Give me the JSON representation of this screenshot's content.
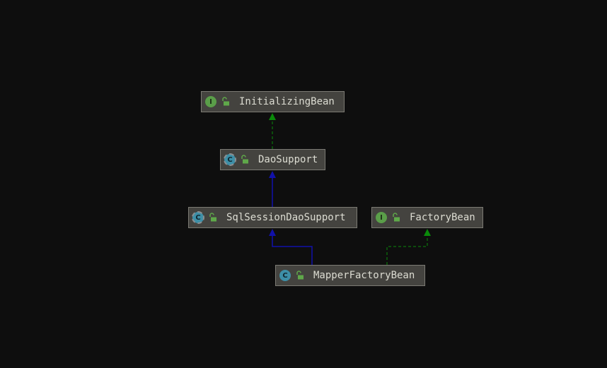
{
  "diagram": {
    "nodes": [
      {
        "id": "InitializingBean",
        "label": "InitializingBean",
        "kind": "interface",
        "kind_glyph": "I"
      },
      {
        "id": "DaoSupport",
        "label": "DaoSupport",
        "kind": "abstract-class",
        "kind_glyph": "C"
      },
      {
        "id": "SqlSessionDaoSupport",
        "label": "SqlSessionDaoSupport",
        "kind": "abstract-class",
        "kind_glyph": "C"
      },
      {
        "id": "FactoryBean",
        "label": "FactoryBean",
        "kind": "interface",
        "kind_glyph": "I"
      },
      {
        "id": "MapperFactoryBean",
        "label": "MapperFactoryBean",
        "kind": "class",
        "kind_glyph": "C"
      }
    ],
    "edges": [
      {
        "from": "DaoSupport",
        "to": "InitializingBean",
        "relation": "implements",
        "color": "#0a8a0a",
        "style": "dashed"
      },
      {
        "from": "SqlSessionDaoSupport",
        "to": "DaoSupport",
        "relation": "extends",
        "color": "#1111aa",
        "style": "solid"
      },
      {
        "from": "MapperFactoryBean",
        "to": "SqlSessionDaoSupport",
        "relation": "extends",
        "color": "#1111aa",
        "style": "solid"
      },
      {
        "from": "MapperFactoryBean",
        "to": "FactoryBean",
        "relation": "implements",
        "color": "#0a8a0a",
        "style": "dashed"
      }
    ],
    "colors": {
      "background": "#0e0e0e",
      "node_fill": "#44433f",
      "node_border": "#7b7a73",
      "text": "#dcdcd2",
      "interface_badge": "#5a9e49",
      "class_badge": "#3d8fa7",
      "lock_icon": "#5fa84a"
    },
    "icons": {
      "interface_badge": "interface-icon",
      "class_badge": "class-icon",
      "visibility": "unlocked-padlock-icon"
    }
  }
}
